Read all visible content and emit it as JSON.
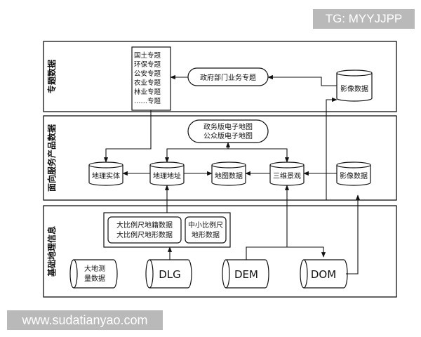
{
  "watermarks": {
    "top_right": "TG: MYYJJPP",
    "bottom_left": "www.sudatianyao.com"
  },
  "layers": {
    "thematic": "专题数据",
    "service": "面向服务产品数据",
    "basic": "基础地理信息"
  },
  "thematic_list": [
    "国土专题",
    "环保专题",
    "公安专题",
    "农业专题",
    "林业专题",
    "……专题"
  ],
  "nodes": {
    "gov_dept": "政府部门业务专题",
    "imagery_top": "影像数据",
    "map_version_1": "政务版电子地图",
    "map_version_2": "公众版电子地图",
    "entity": "地理实体",
    "address": "地理地址",
    "map_data": "地图数据",
    "scene_3d": "三维景观",
    "imagery_mid": "影像数据",
    "large_scale_1": "大比例尺地籍数据",
    "large_scale_2": "大比例尺地形数据",
    "small_scale_1": "中小比例尺",
    "small_scale_2": "地形数据",
    "geodetic_1": "大地测",
    "geodetic_2": "量数据",
    "dlg": "DLG",
    "dem": "DEM",
    "dom": "DOM"
  },
  "colors": {
    "stroke": "#111111",
    "watermark_bg": "#b9b9b9"
  }
}
